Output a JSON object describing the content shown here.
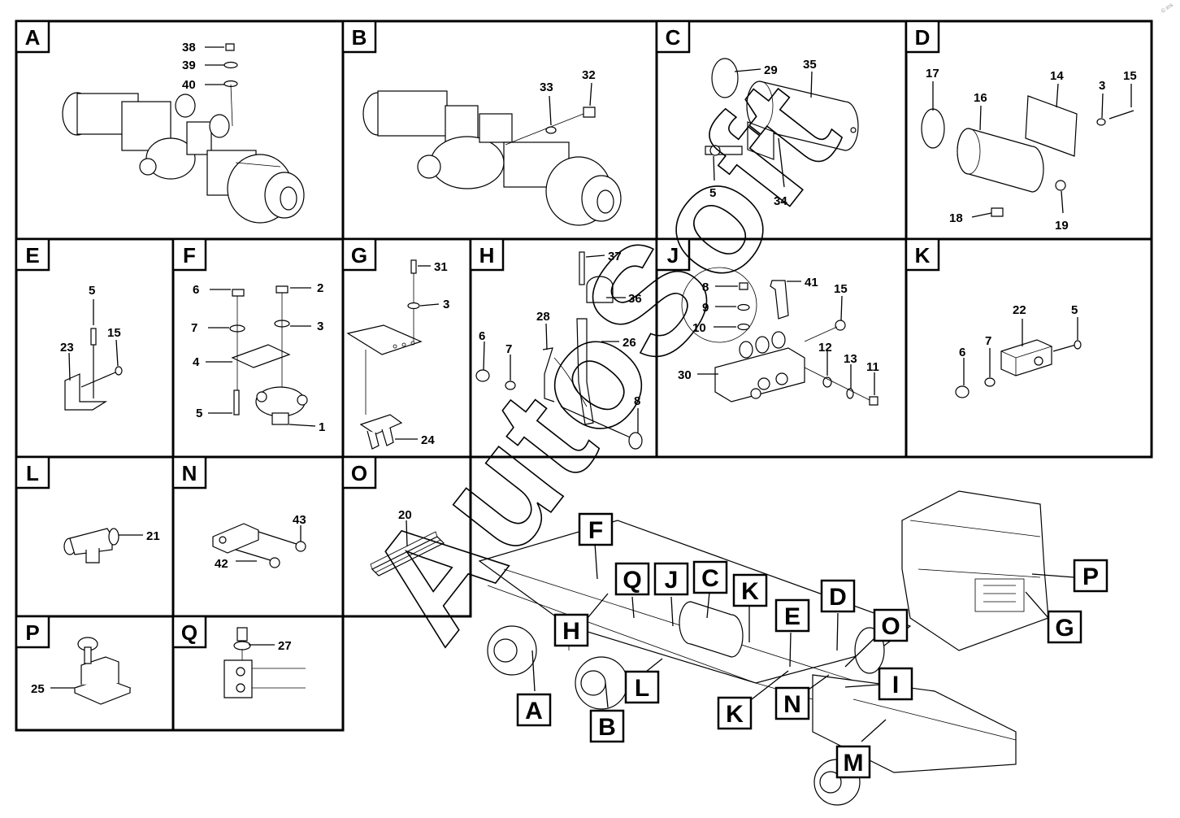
{
  "watermark": "AutoSoft",
  "corner_mark": "© ins",
  "panels": [
    {
      "id": "A",
      "labels": [
        "38",
        "39",
        "40"
      ]
    },
    {
      "id": "B",
      "labels": [
        "33",
        "32"
      ]
    },
    {
      "id": "C",
      "labels": [
        "29",
        "35",
        "5",
        "34"
      ]
    },
    {
      "id": "D",
      "labels": [
        "17",
        "16",
        "14",
        "3",
        "15",
        "18",
        "19"
      ]
    },
    {
      "id": "E",
      "labels": [
        "5",
        "15",
        "23"
      ]
    },
    {
      "id": "F",
      "labels": [
        "6",
        "2",
        "7",
        "3",
        "4",
        "5",
        "1"
      ]
    },
    {
      "id": "G",
      "labels": [
        "31",
        "3",
        "24"
      ]
    },
    {
      "id": "H",
      "labels": [
        "37",
        "36",
        "28",
        "26",
        "6",
        "7",
        "8"
      ]
    },
    {
      "id": "J",
      "labels": [
        "41",
        "8",
        "9",
        "10",
        "15",
        "12",
        "13",
        "11",
        "30"
      ]
    },
    {
      "id": "K",
      "labels": [
        "22",
        "5",
        "6",
        "7"
      ]
    },
    {
      "id": "L",
      "labels": [
        "21"
      ]
    },
    {
      "id": "N",
      "labels": [
        "43",
        "42"
      ]
    },
    {
      "id": "O",
      "labels": [
        "20"
      ]
    },
    {
      "id": "P",
      "labels": [
        "25"
      ]
    },
    {
      "id": "Q",
      "labels": [
        "27"
      ]
    }
  ],
  "overview_markers": [
    "F",
    "Q",
    "J",
    "C",
    "K",
    "E",
    "D",
    "H",
    "O",
    "P",
    "G",
    "A",
    "B",
    "L",
    "K",
    "N",
    "I",
    "M"
  ]
}
